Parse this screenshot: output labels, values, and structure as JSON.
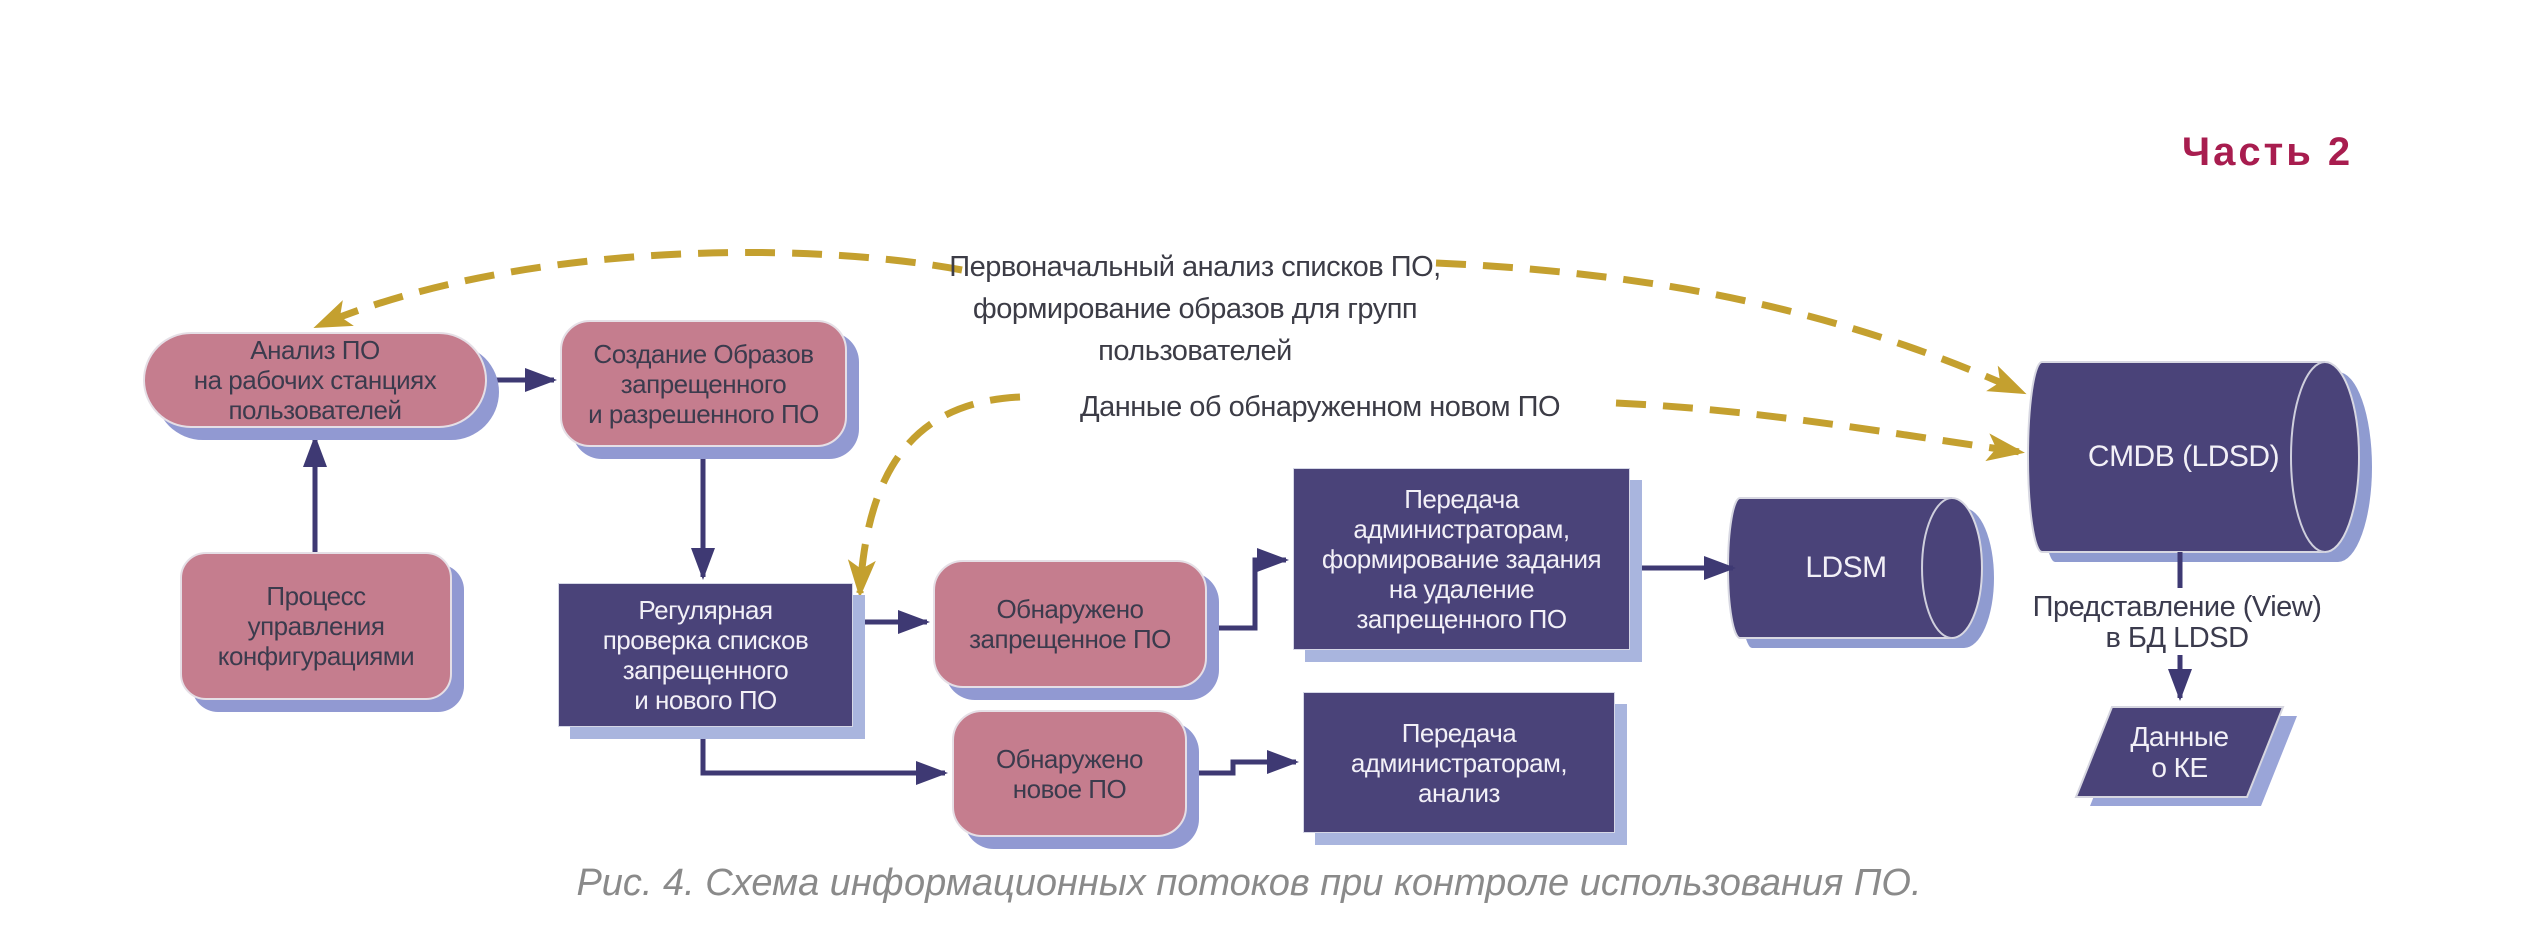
{
  "page": {
    "part_label": "Часть 2",
    "caption": "Рис. 4. Схема информационных потоков при контроле использования ПО."
  },
  "flows": {
    "initial_analysis": "Первоначальный анализ списков ПО,\nформирование образов для групп пользователей",
    "new_software_data": "Данные об обнаруженном новом ПО",
    "view_label": "Представление (View)\nв БД LDSD"
  },
  "nodes": {
    "analyze_software": "Анализ ПО\nна рабочих станциях\nпользователей",
    "config_process": "Процесс\nуправления\nконфигурациями",
    "create_images": "Создание Образов\nзапрещенного\nи разрешенного ПО",
    "regular_check": "Регулярная\nпроверка списков\nзапрещенного\nи нового ПО",
    "forbidden_found": "Обнаружено\nзапрещенное ПО",
    "new_found": "Обнаружено\nновое ПО",
    "transfer_delete_task": "Передача\nадминистраторам,\nформирование задания\nна удаление\nзапрещенного ПО",
    "transfer_analysis": "Передача\nадминистраторам,\nанализ",
    "ldsm": "LDSM",
    "cmdb": "CMDB (LDSD)",
    "ke_data": "Данные\nо КЕ"
  },
  "colors": {
    "node_pink": "#c57d8e",
    "node_indigo": "#4a4379",
    "shadow_periwinkle": "#9aa5d8",
    "arrow_indigo": "#3e3973",
    "dashed_gold": "#c4a02f",
    "part_label_crimson": "#a81d4f",
    "caption_gray": "#8a8a8a"
  }
}
